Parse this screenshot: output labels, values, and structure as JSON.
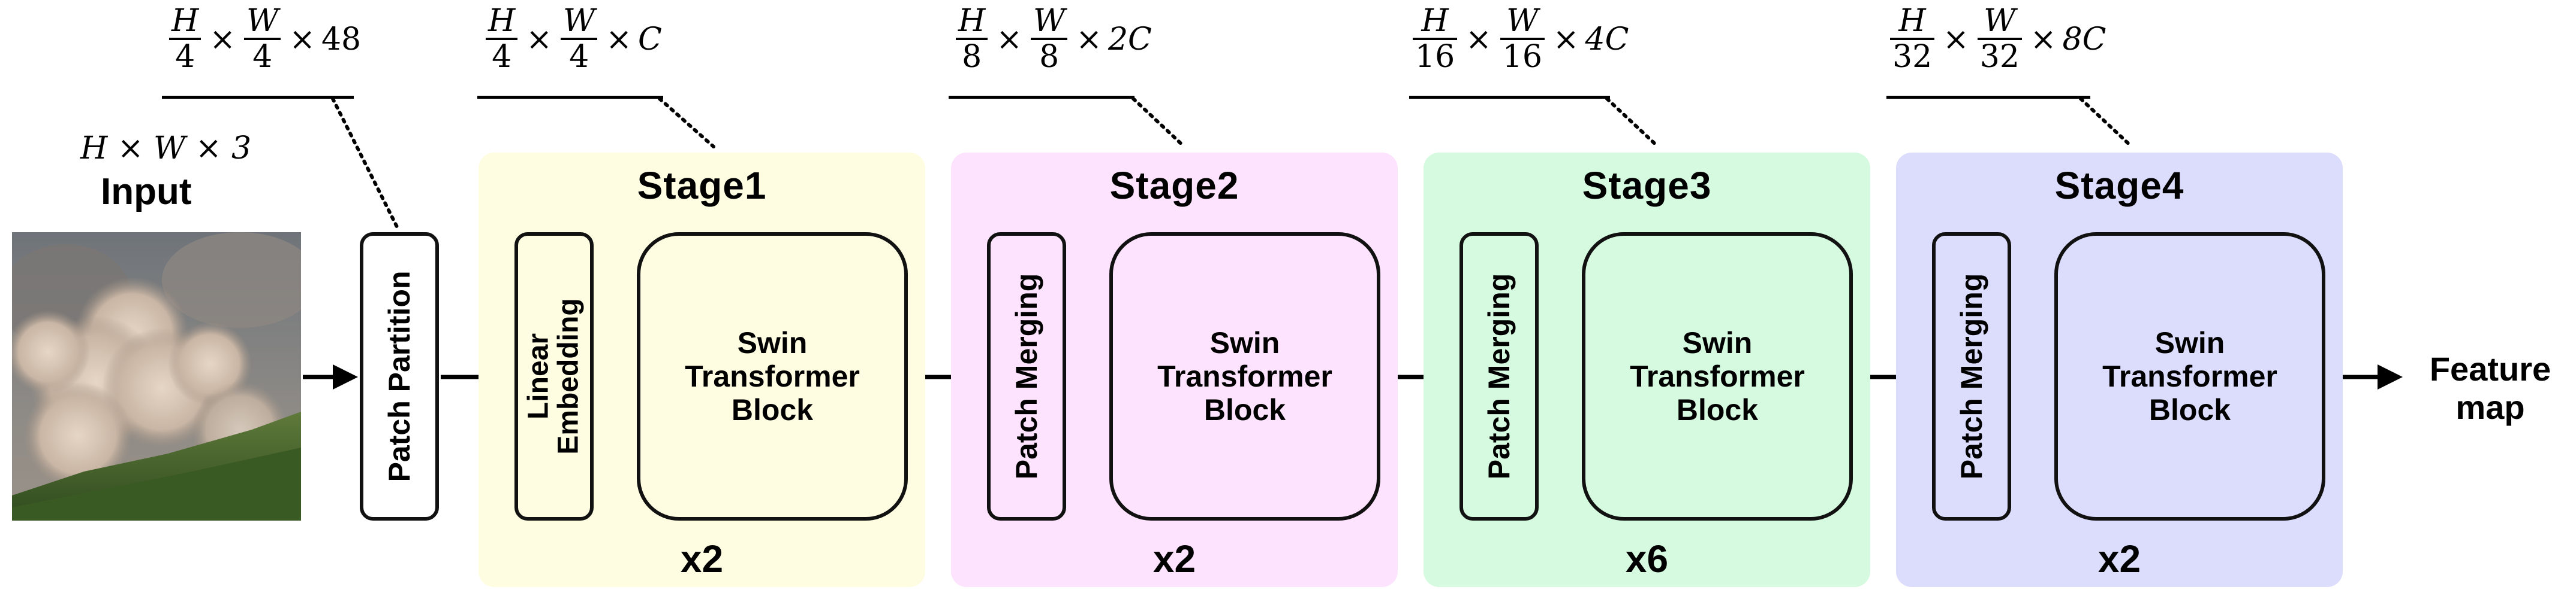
{
  "input": {
    "dims": "H × W × 3",
    "label": "Input"
  },
  "patch_partition": {
    "label": "Patch Partition",
    "dims": {
      "h_num": "H",
      "h_den": "4",
      "w_num": "W",
      "w_den": "4",
      "times": "×",
      "tail": "48"
    }
  },
  "stages": [
    {
      "title": "Stage1",
      "first_block": "Linear Embedding",
      "first_block_lines": [
        "Linear",
        "Embedding"
      ],
      "block_lines": [
        "Swin",
        "Transformer",
        "Block"
      ],
      "repeat": "x2",
      "color": "#FEFDE1",
      "dims": {
        "h_num": "H",
        "h_den": "4",
        "w_num": "W",
        "w_den": "4",
        "times": "×",
        "tail": "C"
      }
    },
    {
      "title": "Stage2",
      "first_block": "Patch Merging",
      "block_lines": [
        "Swin",
        "Transformer",
        "Block"
      ],
      "repeat": "x2",
      "color": "#FDE3FD",
      "dims": {
        "h_num": "H",
        "h_den": "8",
        "w_num": "W",
        "w_den": "8",
        "times": "×",
        "tail": "2C"
      }
    },
    {
      "title": "Stage3",
      "first_block": "Patch Merging",
      "block_lines": [
        "Swin",
        "Transformer",
        "Block"
      ],
      "repeat": "x6",
      "color": "#D5FADF",
      "dims": {
        "h_num": "H",
        "h_den": "16",
        "w_num": "W",
        "w_den": "16",
        "times": "×",
        "tail": "4C"
      }
    },
    {
      "title": "Stage4",
      "first_block": "Patch Merging",
      "block_lines": [
        "Swin",
        "Transformer",
        "Block"
      ],
      "repeat": "x2",
      "color": "#DCDDFC",
      "dims": {
        "h_num": "H",
        "h_den": "32",
        "w_num": "W",
        "w_den": "32",
        "times": "×",
        "tail": "8C"
      }
    }
  ],
  "output": {
    "lines": [
      "Feature",
      "map"
    ]
  }
}
